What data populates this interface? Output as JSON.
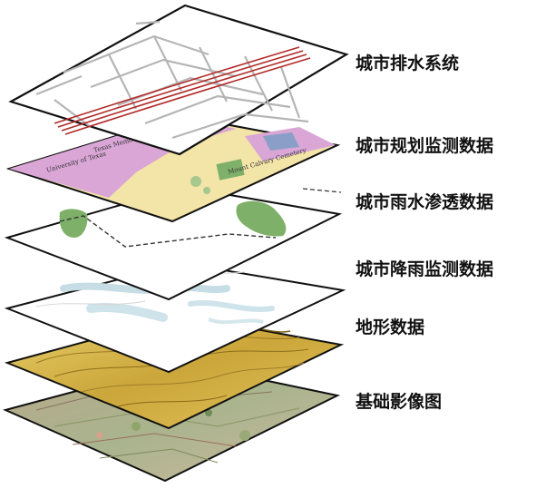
{
  "layers": [
    {
      "id": "drainage",
      "label": "城市排水系统"
    },
    {
      "id": "planning",
      "label": "城市规划监测数据"
    },
    {
      "id": "rainwater",
      "label": "城市雨水渗透数据"
    },
    {
      "id": "rainfall",
      "label": "城市降雨监测数据"
    },
    {
      "id": "terrain",
      "label": "地形数据"
    },
    {
      "id": "imagery",
      "label": "基础影像图"
    }
  ],
  "map_labels": {
    "stadium": "Texas Memorial Stadium",
    "university": "University of Texas",
    "cemetery": "Mount Calvary Cemetery"
  },
  "colors": {
    "outline": "#111111",
    "road": "#b5b5b5",
    "highway": "#b22a2a",
    "planning_pink": "#d9a6d6",
    "planning_yellow": "#f3e4a8",
    "park_green": "#7fb069",
    "water_blue": "#cfe3ea",
    "terrain_yellow": "#d8b845",
    "imagery_tan": "#c9b79a"
  }
}
